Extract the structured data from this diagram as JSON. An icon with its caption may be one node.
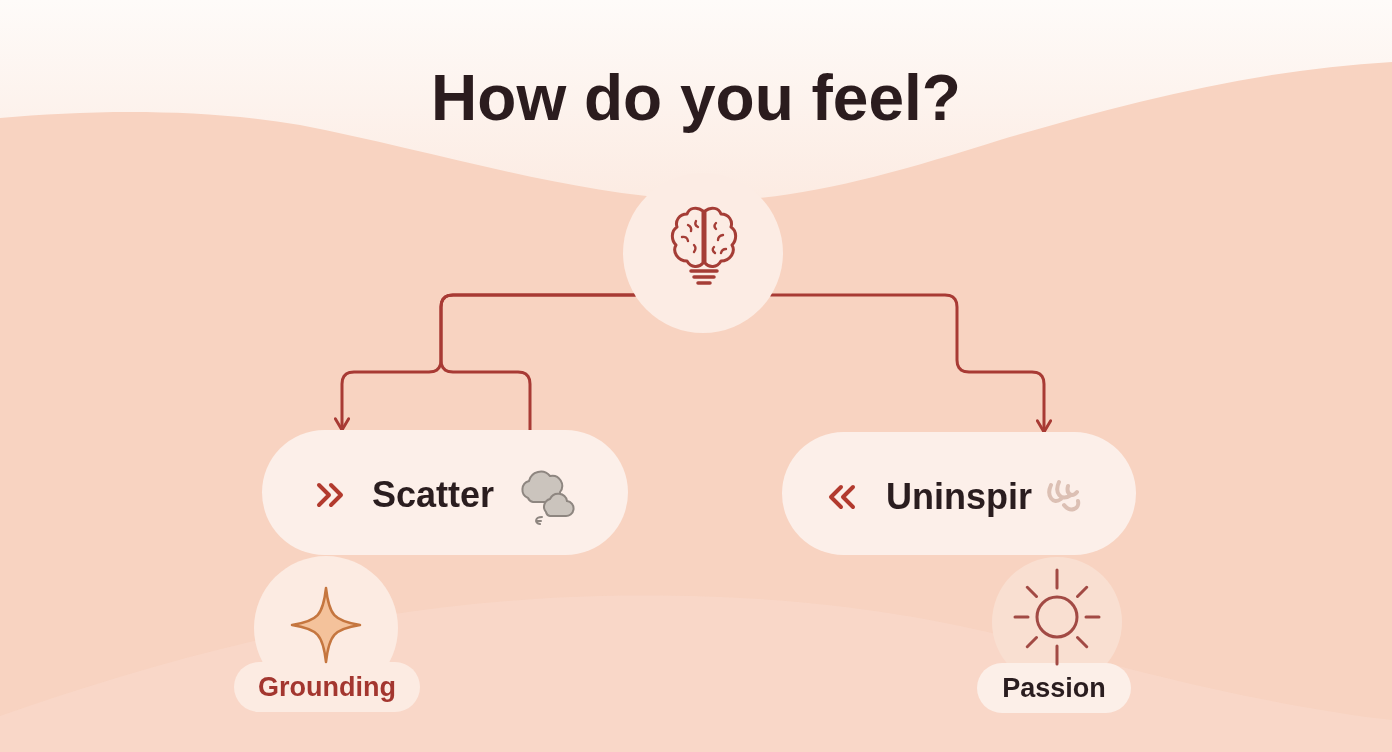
{
  "diagram": {
    "title": "How do you feel?",
    "nodes": [
      {
        "text": [],
        "shape": "circle"
      },
      {
        "text": [
          "Scatter"
        ]
      },
      {
        "text": [
          "Uninspir"
        ]
      },
      {
        "text": [
          "Grounding"
        ]
      },
      {
        "text": [
          "Passion"
        ]
      }
    ],
    "edges": [
      {
        "from": 0,
        "to": 1,
        "arrow": "to"
      },
      {
        "from": 0,
        "to": 1,
        "arrow": "none"
      },
      {
        "from": 0,
        "to": 2,
        "arrow": "to"
      }
    ]
  }
}
